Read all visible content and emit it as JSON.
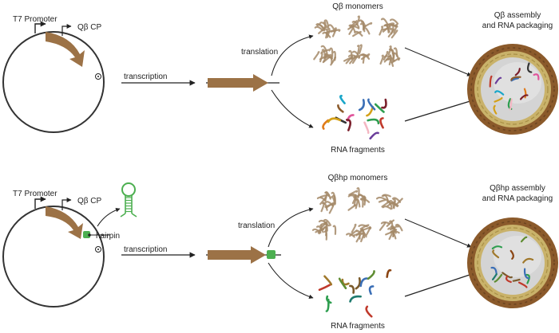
{
  "colors": {
    "gene_arrow": "#9c7246",
    "hairpin_green": "#4caf50",
    "plasmid_line": "#333333",
    "monomer": "#a58a68",
    "shell_outer": "#8b5a2b",
    "shell_inner": "#c9b26a",
    "core": "#d4d4d4"
  },
  "rna_colors": [
    "#7a1f2b",
    "#d4a017",
    "#3b6fb6",
    "#2e9e4f",
    "#e0559b",
    "#8b5a2b",
    "#1aa6c9",
    "#e07b1a",
    "#6a3d9a",
    "#c0392b",
    "#f4b6c2",
    "#333333"
  ],
  "rna_colors_hp": [
    "#7a5a2b",
    "#2e9e4f",
    "#c0392b",
    "#3b6fb6",
    "#a0782b",
    "#5e8c31",
    "#8b4513",
    "#1e7a6e"
  ],
  "panels": [
    {
      "id": "top",
      "promoter_label": "T7 Promoter",
      "cp_label": "Qβ CP",
      "step1_label": "transcription",
      "step2_label": "translation",
      "monomers_label": "Qβ monomers",
      "fragments_label": "RNA fragments",
      "assembly_label_line1": "Qβ assembly",
      "assembly_label_line2": "and RNA packaging",
      "has_hairpin": false
    },
    {
      "id": "bottom",
      "promoter_label": "T7 Promoter",
      "cp_label": "Qβ CP",
      "hairpin_label": "hairpin",
      "step1_label": "transcription",
      "step2_label": "translation",
      "monomers_label": "Qβhp monomers",
      "fragments_label": "RNA fragments",
      "assembly_label_line1": "Qβhp assembly",
      "assembly_label_line2": "and RNA packaging",
      "has_hairpin": true
    }
  ]
}
